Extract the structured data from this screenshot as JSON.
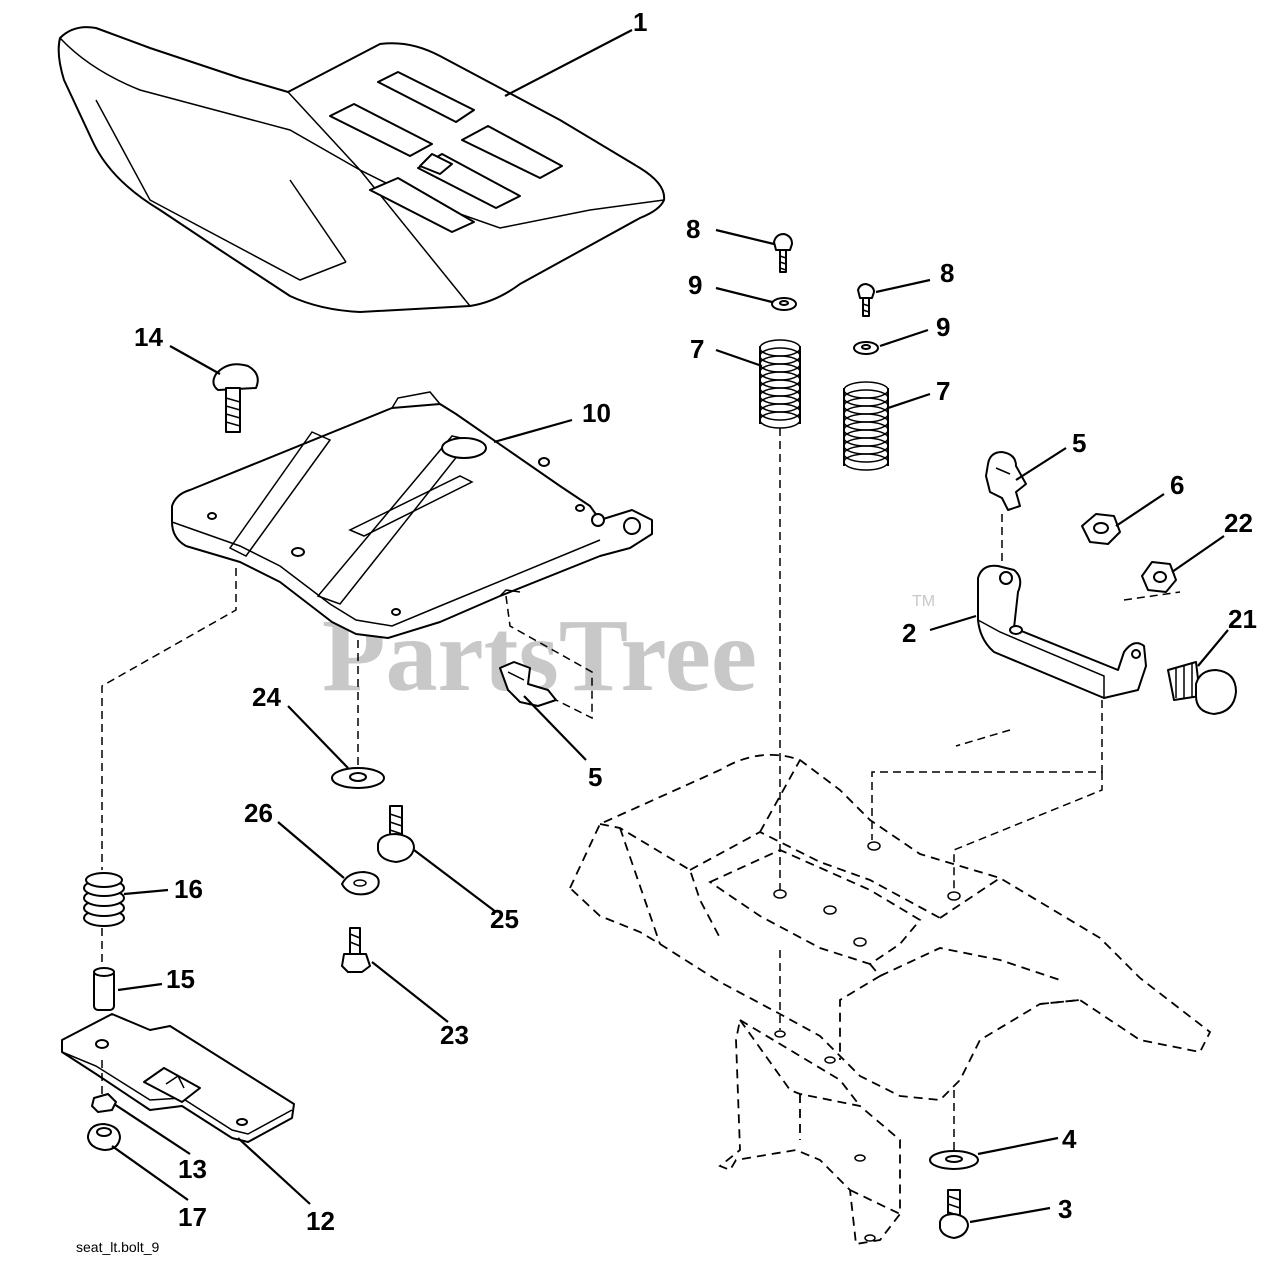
{
  "diagram": {
    "watermark": "PartsTree",
    "trademark": "TM",
    "file_reference": "seat_lt.bolt_9",
    "callouts": {
      "c1": "1",
      "c14": "14",
      "c10": "10",
      "c24": "24",
      "c5a": "5",
      "c26": "26",
      "c25": "25",
      "c16": "16",
      "c15": "15",
      "c23": "23",
      "c13": "13",
      "c17": "17",
      "c12": "12",
      "c8a": "8",
      "c9a": "9",
      "c7a": "7",
      "c8b": "8",
      "c9b": "9",
      "c7b": "7",
      "c5b": "5",
      "c6": "6",
      "c22": "22",
      "c2": "2",
      "c21": "21",
      "c4": "4",
      "c3": "3"
    }
  }
}
